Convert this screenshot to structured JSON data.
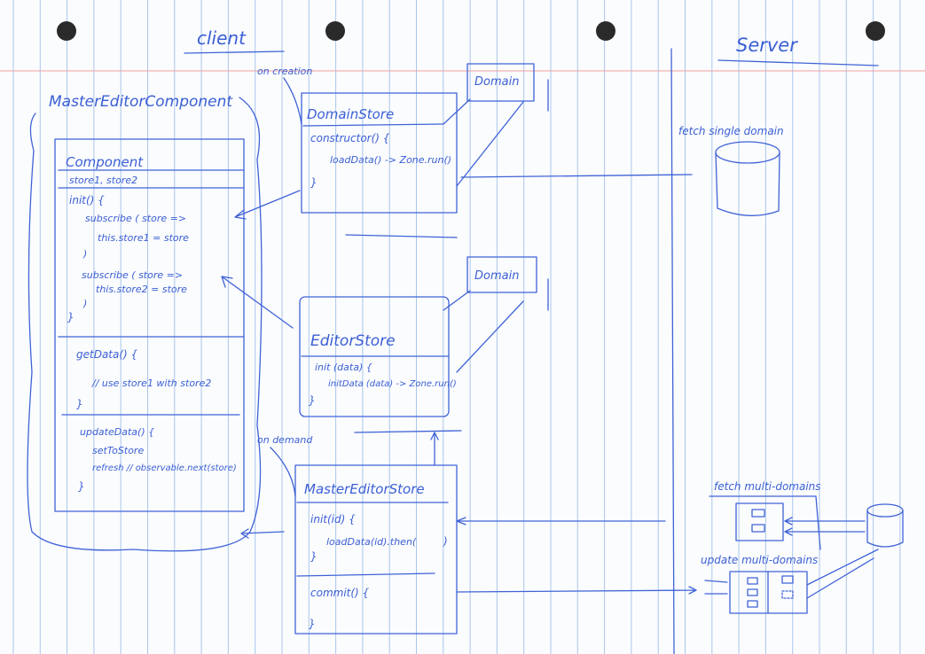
{
  "headings": {
    "client": "client",
    "server": "Server"
  },
  "annotations": {
    "on_creation": "on creation",
    "on_demand": "on demand",
    "fetch_single_domain": "fetch single domain",
    "fetch_multi_domains": "fetch multi-domains",
    "update_multi_domains": "update multi-domains"
  },
  "master_editor_component": {
    "title": "MasterEditorComponent",
    "class_name": "Component",
    "fields": "store1, store2",
    "lines": [
      "init() {",
      "subscribe ( store =>",
      "this.store1 = store",
      ")",
      "subscribe ( store =>",
      "this.store2 = store",
      ")",
      "}",
      "getData() {",
      "// use store1 with store2",
      "}",
      "updateData() {",
      "setToStore",
      "refresh // observable.next(store)",
      "}"
    ]
  },
  "domain_store": {
    "title": "DomainStore",
    "lines": [
      "constructor() {",
      "loadData() -> Zone.run()",
      "}"
    ]
  },
  "editor_store": {
    "title": "EditorStore",
    "lines": [
      "init (data) {",
      "initData (data) -> Zone.run()",
      "}"
    ]
  },
  "master_editor_store": {
    "title": "MasterEditorStore",
    "lines": [
      "init(id) {",
      "loadData(id).then(",
      ")",
      "}",
      "commit() {",
      "}"
    ]
  },
  "domain_labels": [
    "Domain",
    "Domain"
  ],
  "colors": {
    "ink": "#3f63d6",
    "rule_blue": "#a9c6ec",
    "margin_red": "#f0a0a0"
  }
}
